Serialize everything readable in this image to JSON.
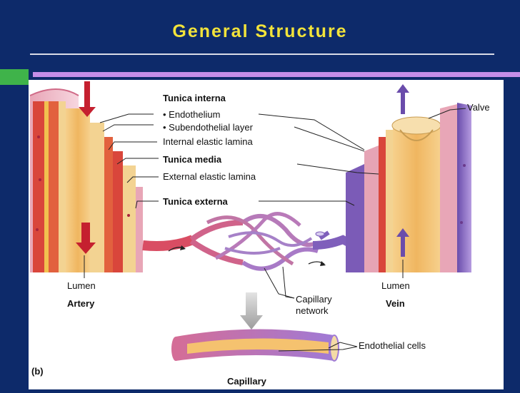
{
  "slide": {
    "title": "General Structure"
  },
  "figure": {
    "panel_letter": "(b)",
    "labels": {
      "tunica_interna": "Tunica interna",
      "endothelium": "• Endothelium",
      "subendothelial": "• Subendothelial layer",
      "internal_elastic": "Internal elastic lamina",
      "tunica_media": "Tunica media",
      "external_elastic": "External elastic lamina",
      "tunica_externa": "Tunica externa",
      "valve": "Valve",
      "lumen_artery": "Lumen",
      "artery": "Artery",
      "lumen_vein": "Lumen",
      "vein": "Vein",
      "capillary_network_1": "Capillary",
      "capillary_network_2": "network",
      "endothelial_cells": "Endothelial cells",
      "capillary": "Capillary"
    },
    "colors": {
      "background": "#0d2a6a",
      "title": "#f2e33a",
      "accent_purple": "#c58ee8",
      "accent_green": "#3fb34a",
      "artery_red": "#d9463b",
      "vein_purple": "#7b5bb7",
      "endothelium_tan": "#f2c37a"
    }
  }
}
